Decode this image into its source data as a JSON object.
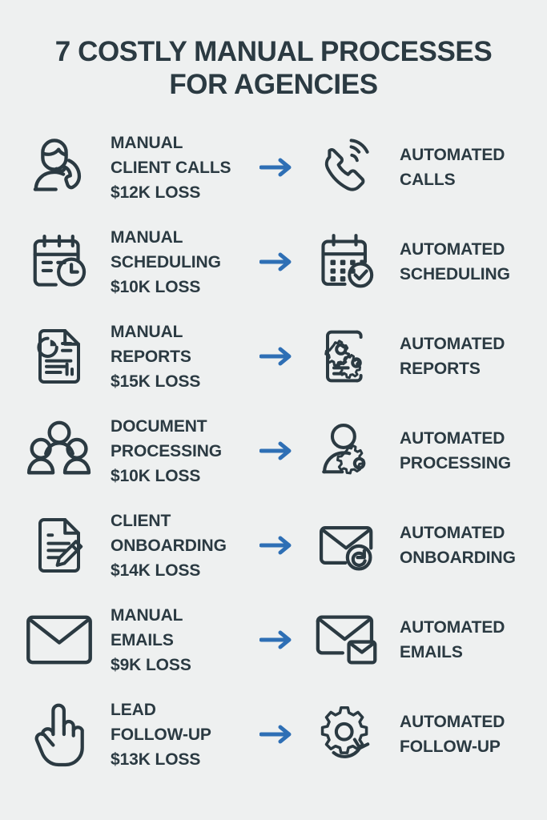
{
  "background_color": "#eef0f0",
  "text_color": "#2b3a42",
  "accent_color": "#2e6fb5",
  "title": {
    "line1": "7 COSTLY MANUAL PROCESSES",
    "line2": "FOR AGENCIES"
  },
  "rows": [
    {
      "left_icon": "person-phone-icon",
      "left_line1": "MANUAL",
      "left_line2": "CLIENT CALLS",
      "left_line3": "$12K LOSS",
      "arrow": "arrow-right-icon",
      "right_icon": "ringing-phone-icon",
      "right_line1": "AUTOMATED",
      "right_line2": "CALLS"
    },
    {
      "left_icon": "calendar-clock-icon",
      "left_line1": "MANUAL",
      "left_line2": "SCHEDULING",
      "left_line3": "$10K LOSS",
      "arrow": "arrow-right-icon",
      "right_icon": "calendar-check-icon",
      "right_line1": "AUTOMATED",
      "right_line2": "SCHEDULING"
    },
    {
      "left_icon": "report-document-icon",
      "left_line1": "MANUAL",
      "left_line2": "REPORTS",
      "left_line3": "$15K LOSS",
      "arrow": "arrow-right-icon",
      "right_icon": "document-gears-icon",
      "right_line1": "AUTOMATED",
      "right_line2": "REPORTS"
    },
    {
      "left_icon": "people-group-icon",
      "left_line1": "DOCUMENT",
      "left_line2": "PROCESSING",
      "left_line3": "$10K LOSS",
      "arrow": "arrow-right-icon",
      "right_icon": "person-gear-icon",
      "right_line1": "AUTOMATED",
      "right_line2": "PROCESSING"
    },
    {
      "left_icon": "document-pencil-icon",
      "left_line1": "CLIENT",
      "left_line2": "ONBOARDING",
      "left_line3": "$14K LOSS",
      "arrow": "arrow-right-icon",
      "right_icon": "envelope-refresh-icon",
      "right_line1": "AUTOMATED",
      "right_line2": "ONBOARDING"
    },
    {
      "left_icon": "envelope-icon",
      "left_line1": "MANUAL",
      "left_line2": "EMAILS",
      "left_line3": "$9K LOSS",
      "arrow": "arrow-right-icon",
      "right_icon": "double-envelope-icon",
      "right_line1": "AUTOMATED",
      "right_line2": "EMAILS"
    },
    {
      "left_icon": "pointing-hand-icon",
      "left_line1": "LEAD",
      "left_line2": "FOLLOW-UP",
      "left_line3": "$13K LOSS",
      "arrow": "arrow-right-icon",
      "right_icon": "gear-arrow-icon",
      "right_line1": "AUTOMATED",
      "right_line2": "FOLLOW-UP"
    }
  ]
}
